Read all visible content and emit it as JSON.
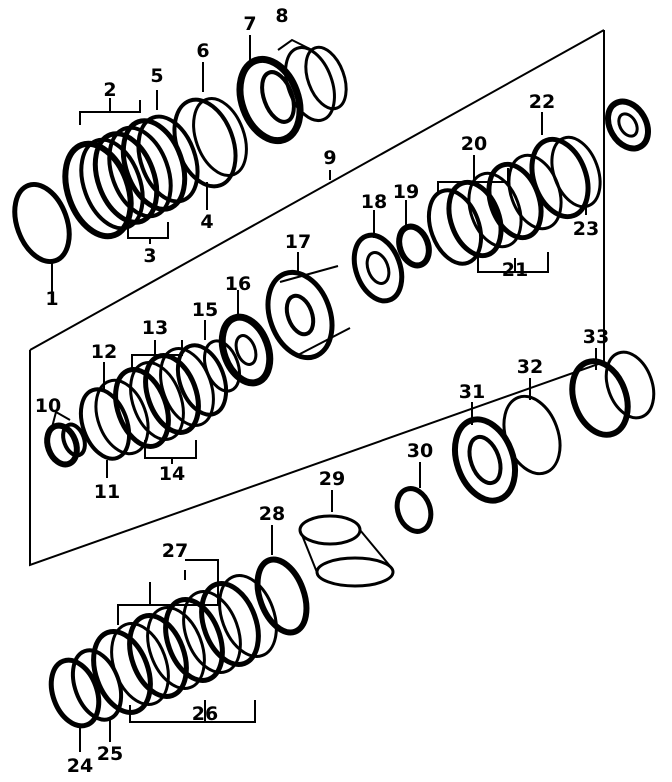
{
  "diagram": {
    "callouts": [
      "1",
      "2",
      "3",
      "4",
      "5",
      "6",
      "7",
      "8",
      "9",
      "10",
      "11",
      "12",
      "13",
      "14",
      "15",
      "16",
      "17",
      "18",
      "19",
      "20",
      "21",
      "22",
      "23",
      "24",
      "25",
      "26",
      "27",
      "28",
      "29",
      "30",
      "31",
      "32",
      "33"
    ]
  },
  "colors": {
    "ink": "#000000",
    "paper": "#ffffff"
  }
}
